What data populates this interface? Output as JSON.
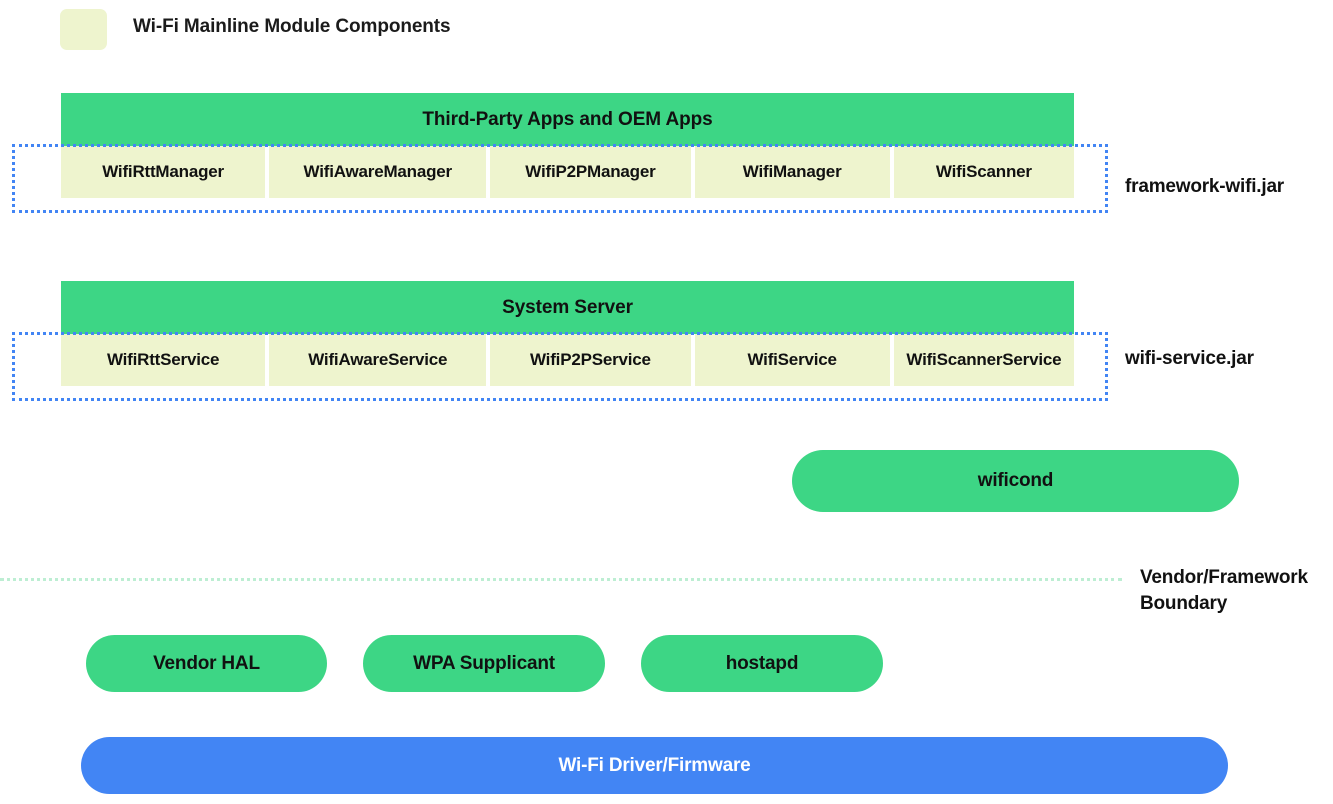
{
  "legend": {
    "swatch_color": "#eef4ce",
    "label": "Wi-Fi Mainline Module Components"
  },
  "colors": {
    "green": "#3dd685",
    "pale_yellow": "#eef4ce",
    "blue": "#4285f4",
    "dotted_border": "#4285f4",
    "boundary_dotted": "#bdeed3",
    "text_dark": "#111111",
    "text_light": "#ffffff"
  },
  "layers": {
    "apps": {
      "band_title": "Third-Party Apps and OEM Apps",
      "components": [
        "WifiRttManager",
        "WifiAwareManager",
        "WifiP2PManager",
        "WifiManager",
        "WifiScanner"
      ],
      "side_label": "framework-wifi.jar"
    },
    "system_server": {
      "band_title": "System Server",
      "components": [
        "WifiRttService",
        "WifiAwareService",
        "WifiP2PService",
        "WifiService",
        "WifiScannerService"
      ],
      "side_label": "wifi-service.jar"
    },
    "daemon": {
      "label": "wificond"
    },
    "boundary": {
      "label_line1": "Vendor/Framework",
      "label_line2": "Boundary"
    },
    "vendor": {
      "items": [
        "Vendor HAL",
        "WPA Supplicant",
        "hostapd"
      ]
    },
    "driver": {
      "label": "Wi-Fi Driver/Firmware"
    }
  }
}
